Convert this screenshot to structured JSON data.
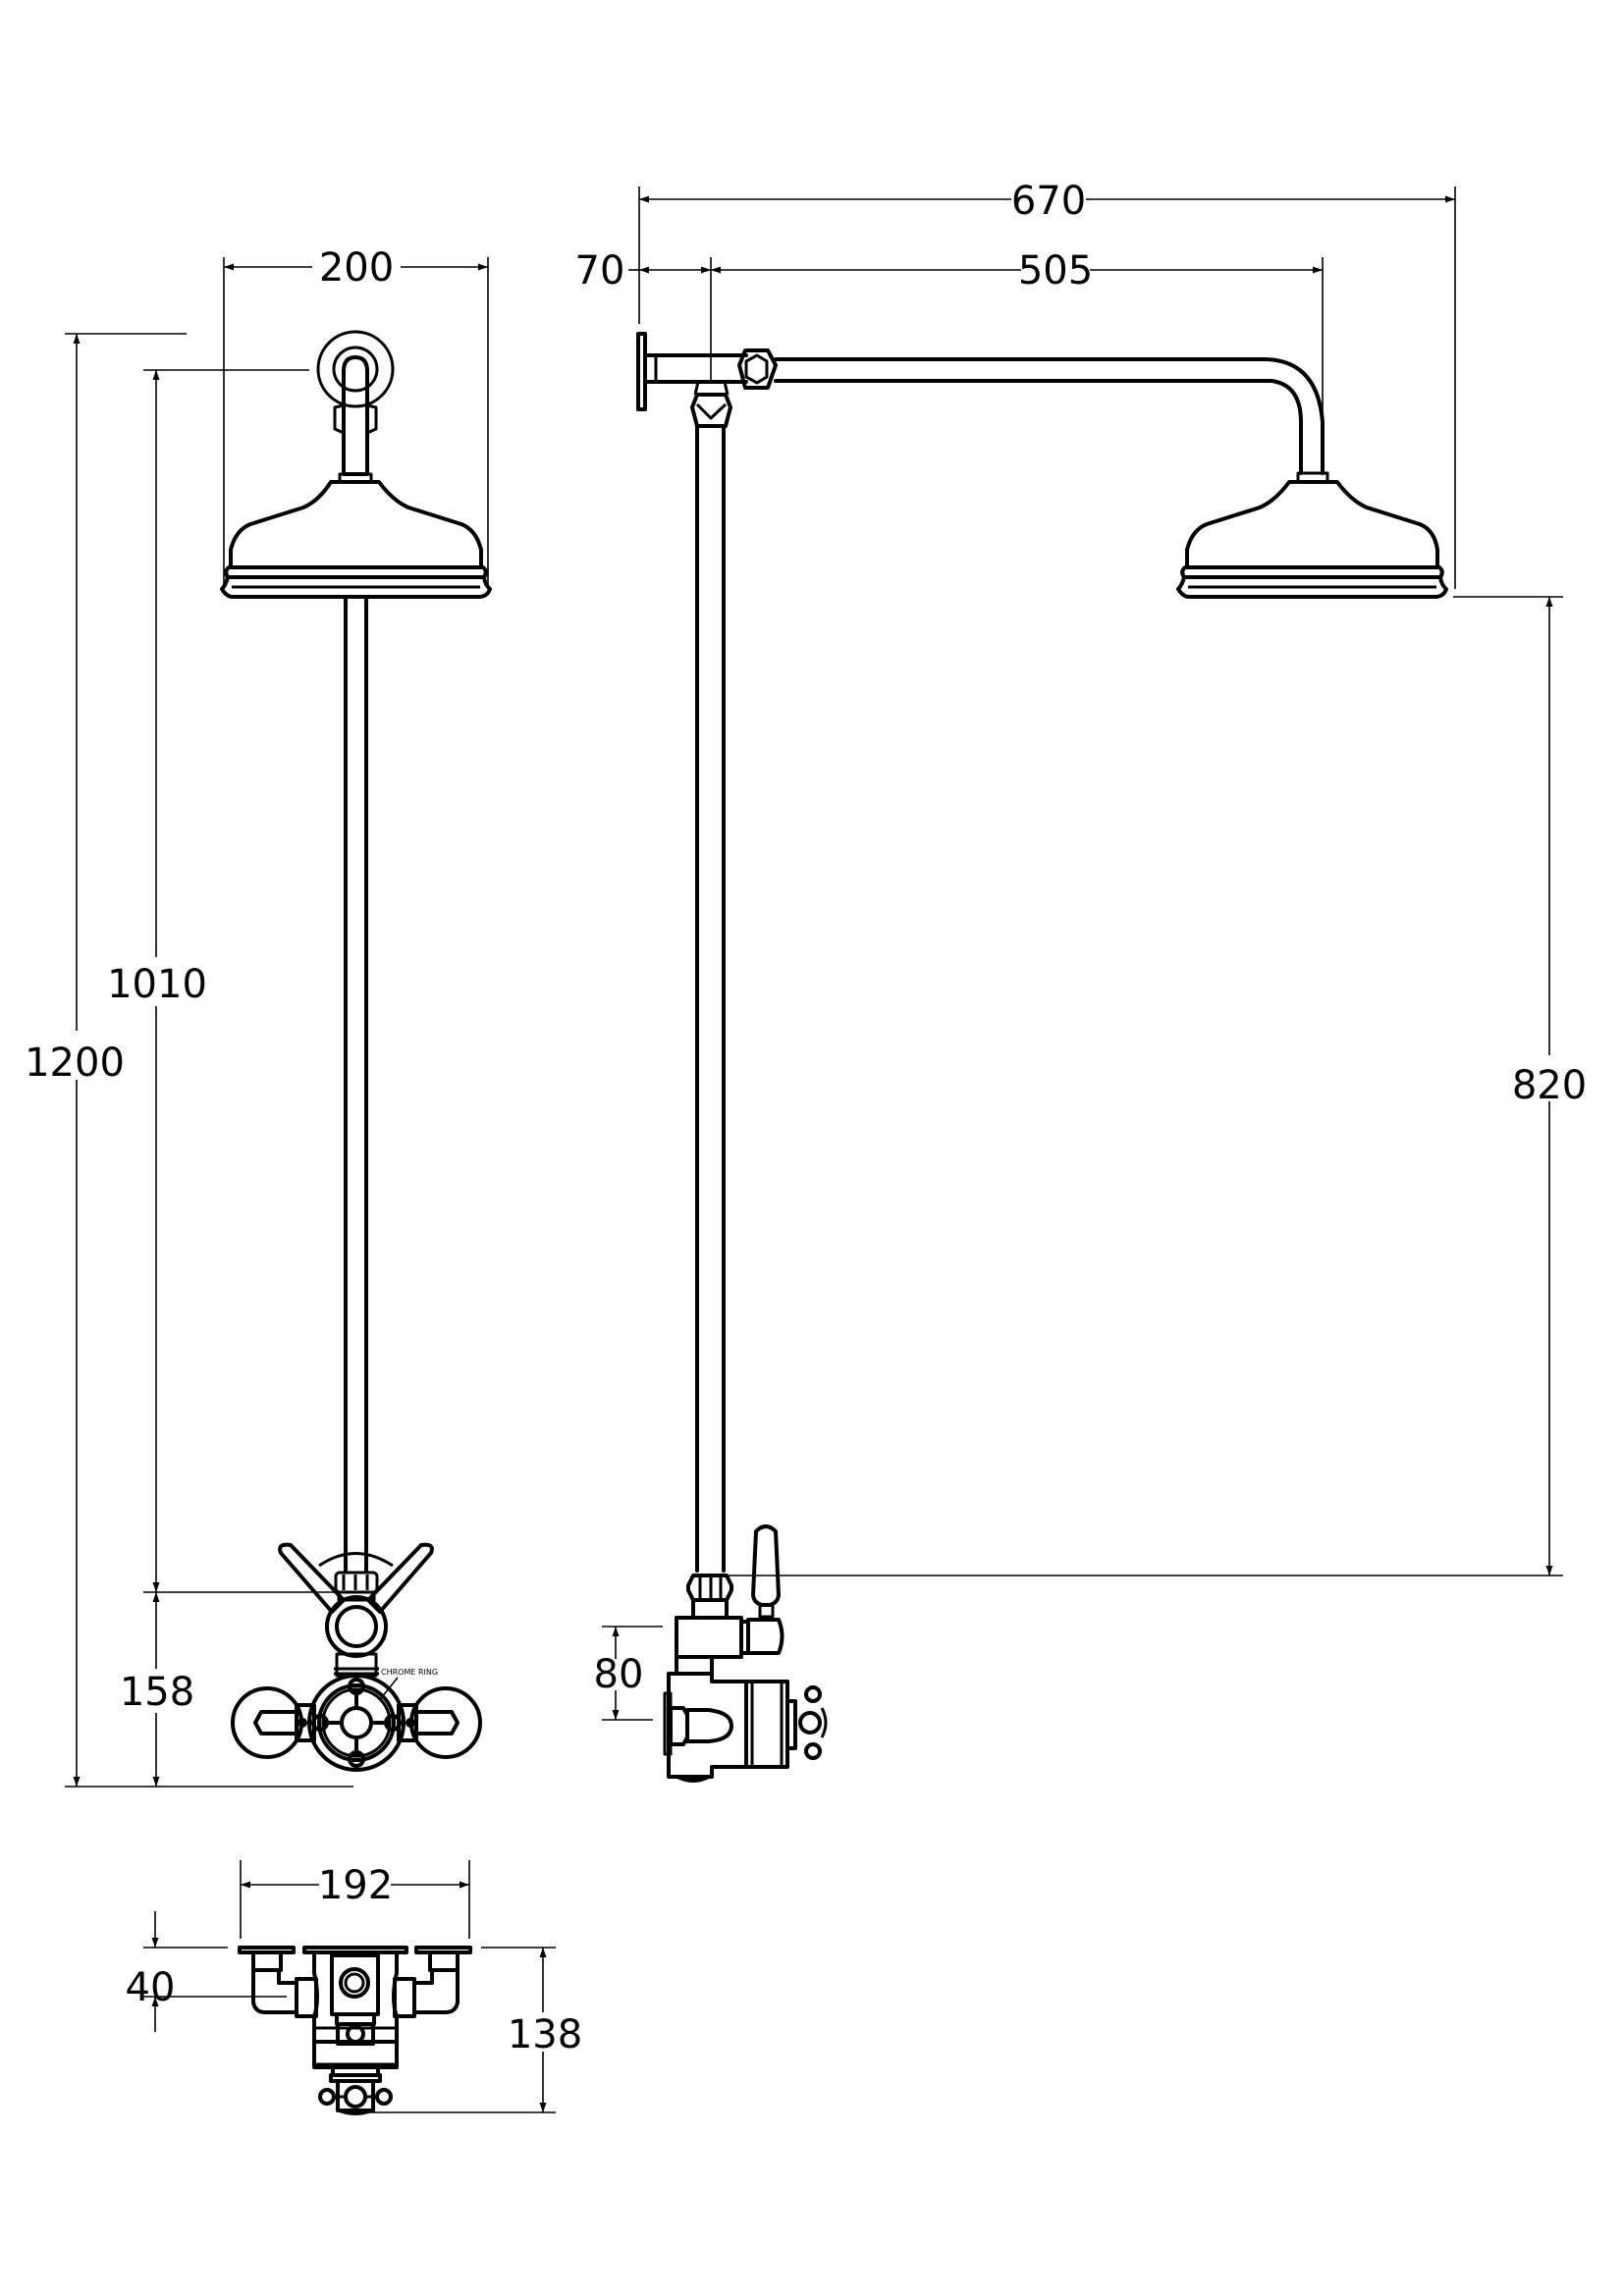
{
  "drawing": {
    "title": "Exposed thermostatic shower valve with rigid riser and fixed overhead shower head — technical dimension drawing",
    "line_color": "#000000",
    "background": "#ffffff",
    "units": "mm"
  },
  "front_view": {
    "dimensions": {
      "head_width": "200",
      "overall_height": "1200",
      "head_to_valve": "1010",
      "valve_height": "158"
    },
    "annotation": "CHROME RING"
  },
  "side_view": {
    "dimensions": {
      "overall_projection": "670",
      "wall_to_riser": "70",
      "riser_to_head": "505",
      "head_to_valve_outlet": "820",
      "valve_outlet_spacing": "80"
    }
  },
  "plan_view": {
    "dimensions": {
      "inlet_centres": "192",
      "wall_to_inlet": "40",
      "valve_depth": "138"
    }
  }
}
